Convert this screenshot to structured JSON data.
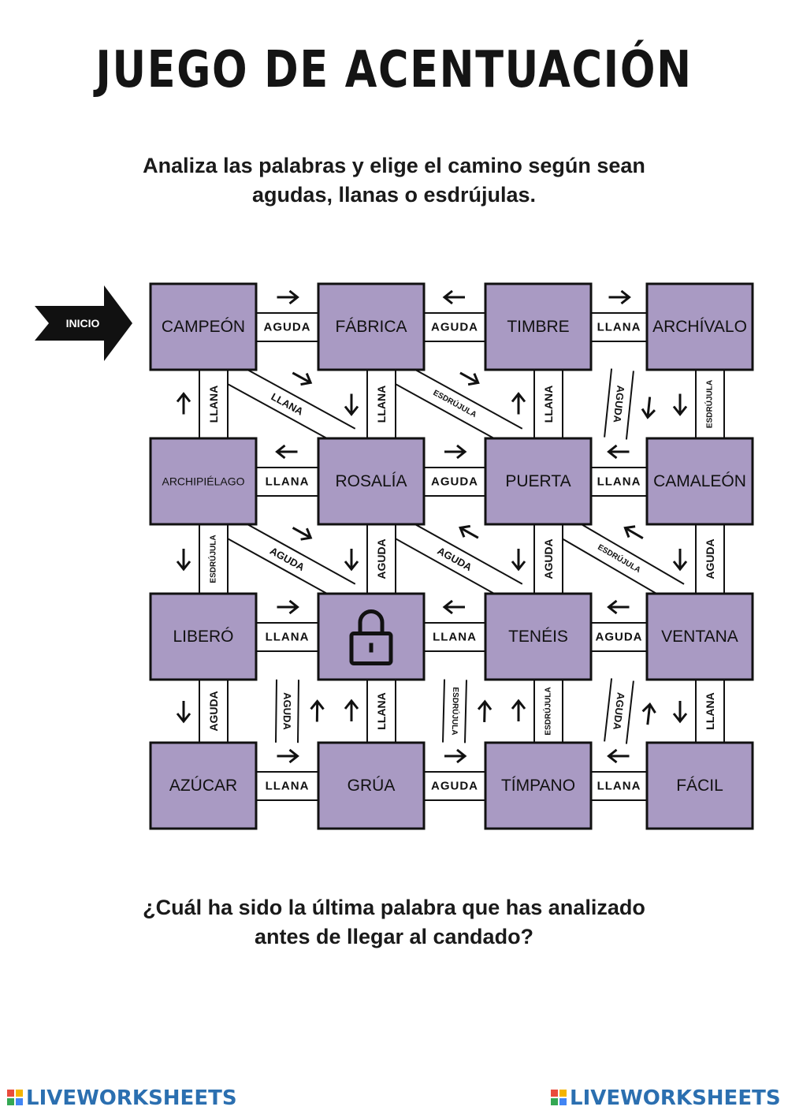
{
  "title": "JUEGO DE ACENTUACIÓN",
  "instructions": {
    "line1": "Analiza las palabras  y elige el camino según sean",
    "line2": "agudas, llanas o esdrújulas."
  },
  "start_label": "INICIO",
  "colors": {
    "cell_fill": "#a99ac3",
    "border": "#111111",
    "footer": "#2b6fb0"
  },
  "grid": [
    [
      "CAMPEÓN",
      "FÁBRICA",
      "TIMBRE",
      "ARCHÍVALO"
    ],
    [
      "ARCHIPIÉLAGO",
      "ROSALÍA",
      "PUERTA",
      "CAMALEÓN"
    ],
    [
      "LIBERÓ",
      "",
      "TENÉIS",
      "VENTANA"
    ],
    [
      "AZÚCAR",
      "GRÚA",
      "TÍMPANO",
      "FÁCIL"
    ]
  ],
  "lock_icon": "padlock-icon",
  "h_paths": [
    [
      {
        "label": "AGUDA",
        "arrow": "right"
      },
      {
        "label": "AGUDA",
        "arrow": "left"
      },
      {
        "label": "LLANA",
        "arrow": "right"
      }
    ],
    [
      {
        "label": "LLANA",
        "arrow": "left"
      },
      {
        "label": "AGUDA",
        "arrow": "right"
      },
      {
        "label": "LLANA",
        "arrow": "left"
      }
    ],
    [
      {
        "label": "LLANA",
        "arrow": "right"
      },
      {
        "label": "LLANA",
        "arrow": "left"
      },
      {
        "label": "AGUDA",
        "arrow": "left"
      }
    ],
    [
      {
        "label": "LLANA",
        "arrow": "right"
      },
      {
        "label": "AGUDA",
        "arrow": "right"
      },
      {
        "label": "LLANA",
        "arrow": "left"
      }
    ]
  ],
  "v_paths": [
    [
      {
        "label": "LLANA",
        "arrow": "up"
      },
      {
        "label": "LLANA",
        "arrow": "down"
      },
      {
        "label": "LLANA",
        "arrow": "up"
      },
      {
        "label": "ESDRÚJULA",
        "arrow": "down"
      }
    ],
    [
      {
        "label": "ESDRÚJULA",
        "arrow": "down"
      },
      {
        "label": "AGUDA",
        "arrow": "down"
      },
      {
        "label": "AGUDA",
        "arrow": "down"
      },
      {
        "label": "AGUDA",
        "arrow": "down"
      }
    ],
    [
      {
        "label": "AGUDA",
        "arrow": "down"
      },
      {
        "label": "LLANA",
        "arrow": "up"
      },
      {
        "label": "ESDRÚJULA",
        "arrow": "up"
      },
      {
        "label": "LLANA",
        "arrow": "down"
      }
    ]
  ],
  "d_paths": [
    [
      {
        "label": "LLANA",
        "dir": "backslash",
        "arrow": "down"
      },
      {
        "label": "ESDRÚJULA",
        "dir": "backslash",
        "arrow": "down"
      },
      {
        "label": "AGUDA",
        "dir": "slash",
        "arrow": "down"
      }
    ],
    [
      {
        "label": "AGUDA",
        "dir": "backslash",
        "arrow": "down"
      },
      {
        "label": "AGUDA",
        "dir": "backslash",
        "arrow": "up"
      },
      {
        "label": "ESDRÚJULA",
        "dir": "backslash",
        "arrow": "up"
      }
    ],
    [
      {
        "label": "AGUDA",
        "dir": "slash",
        "arrow": "up"
      },
      {
        "label": "ESDRÚJULA",
        "dir": "slash",
        "arrow": "up"
      },
      {
        "label": "AGUDA",
        "dir": "slash",
        "arrow": "up"
      }
    ]
  ],
  "question": {
    "line1": "¿Cuál ha sido la última palabra que has analizado",
    "line2": "antes de llegar al candado?"
  },
  "footer": {
    "brand_left": "LIVEWORKSHEETS",
    "brand_right": "LIVEWORKSHEETS"
  }
}
